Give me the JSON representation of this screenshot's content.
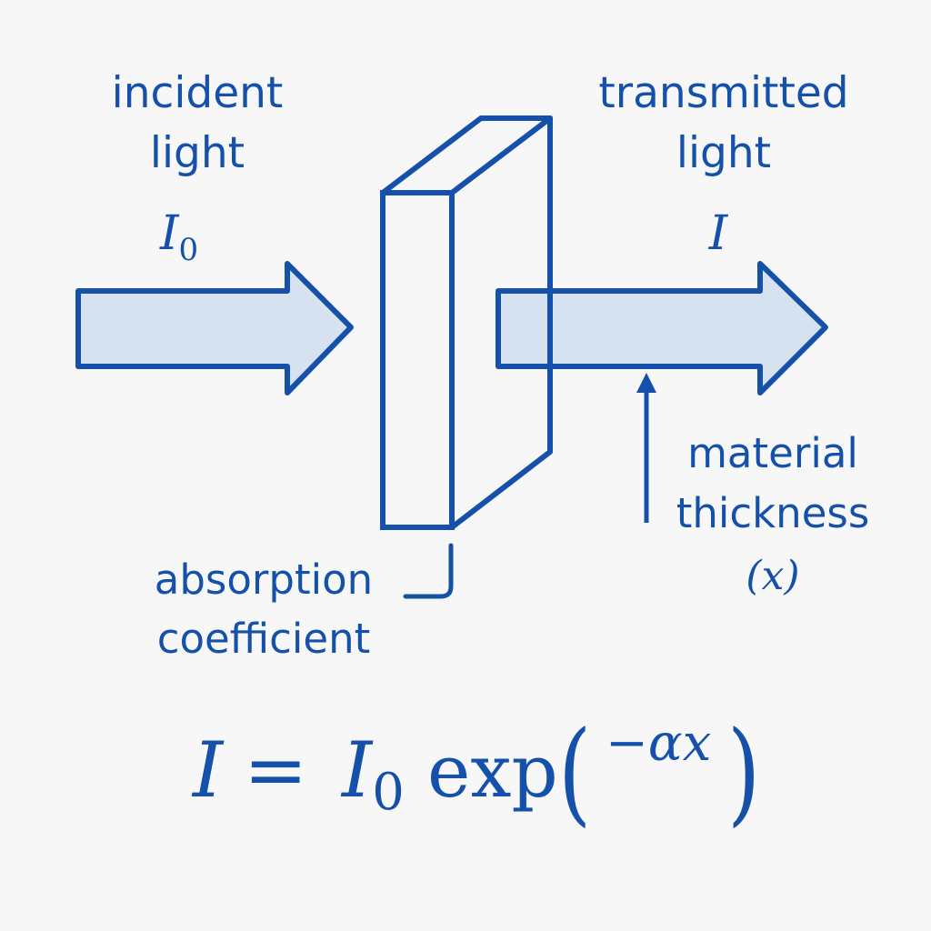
{
  "colors": {
    "stroke": "#1550aa",
    "text": "#1550aa",
    "arrow_fill": "#d6e2f0",
    "slab_fill": "#f7f7f7",
    "background": "#f7f7f7"
  },
  "labels": {
    "incident_line1": "incident",
    "incident_line2": "light",
    "incident_symbol": "I",
    "incident_symbol_sub": "0",
    "transmitted_line1": "transmitted",
    "transmitted_line2": "light",
    "transmitted_symbol": "I",
    "thickness_line1": "material",
    "thickness_line2": "thickness",
    "thickness_symbol": "(x)",
    "absorption_line1": "absorption",
    "absorption_line2": "coefficient"
  },
  "equation": {
    "lhs": "I",
    "equals": "=",
    "i0_base": "I",
    "i0_sub": "0",
    "func": "exp",
    "open_paren": "(",
    "exponent": "−αx",
    "close_paren": ")"
  }
}
